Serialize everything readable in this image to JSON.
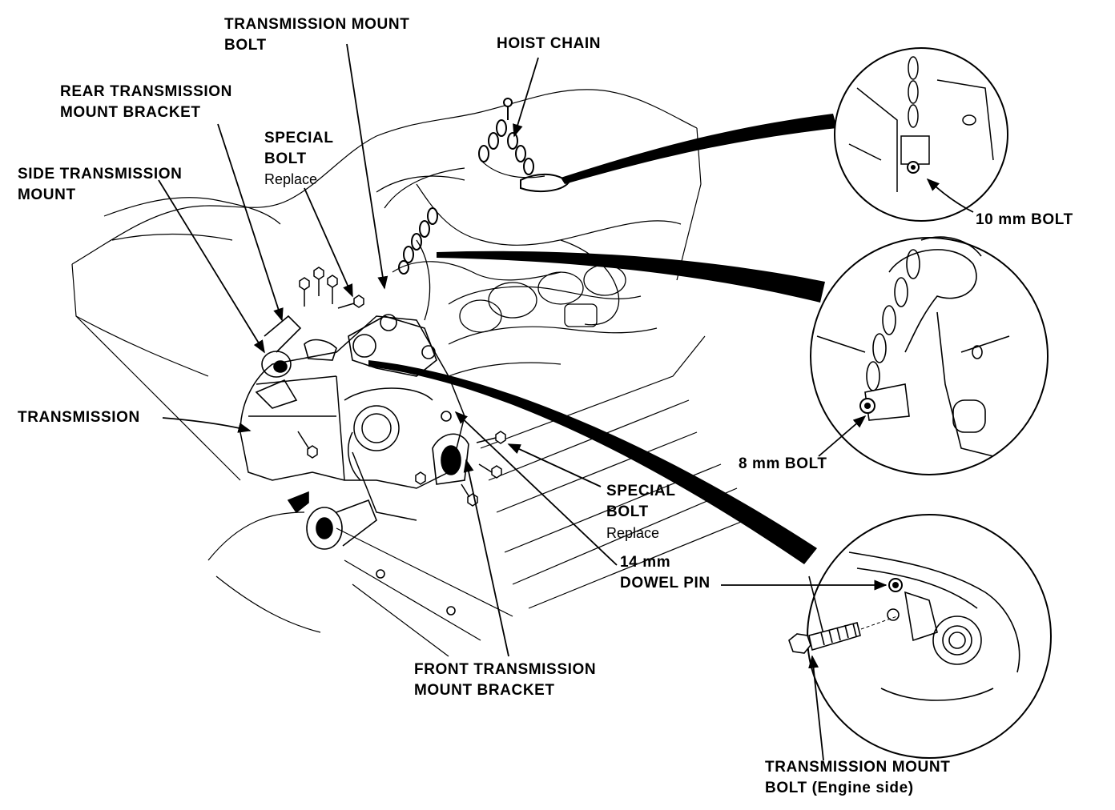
{
  "labels": {
    "transmission_mount_bolt": [
      "TRANSMISSION MOUNT",
      "BOLT"
    ],
    "hoist_chain": "HOIST CHAIN",
    "rear_transmission_mount_bracket": [
      "REAR TRANSMISSION",
      "MOUNT BRACKET"
    ],
    "special_bolt_top": [
      "SPECIAL",
      "BOLT"
    ],
    "special_bolt_top_note": "Replace",
    "side_transmission_mount": [
      "SIDE TRANSMISSION",
      "MOUNT"
    ],
    "transmission": "TRANSMISSION",
    "bolt_10mm": "10 mm BOLT",
    "bolt_8mm": "8 mm BOLT",
    "special_bolt_bottom": [
      "SPECIAL",
      "BOLT"
    ],
    "special_bolt_bottom_note": "Replace",
    "dowel_pin": [
      "14 mm",
      "DOWEL PIN"
    ],
    "front_transmission_mount_bracket": [
      "FRONT TRANSMISSION",
      "MOUNT BRACKET"
    ],
    "transmission_mount_bolt_engine": [
      "TRANSMISSION MOUNT",
      "BOLT (Engine side)"
    ]
  },
  "colors": {
    "ink": "#000000",
    "paper": "#ffffff"
  }
}
